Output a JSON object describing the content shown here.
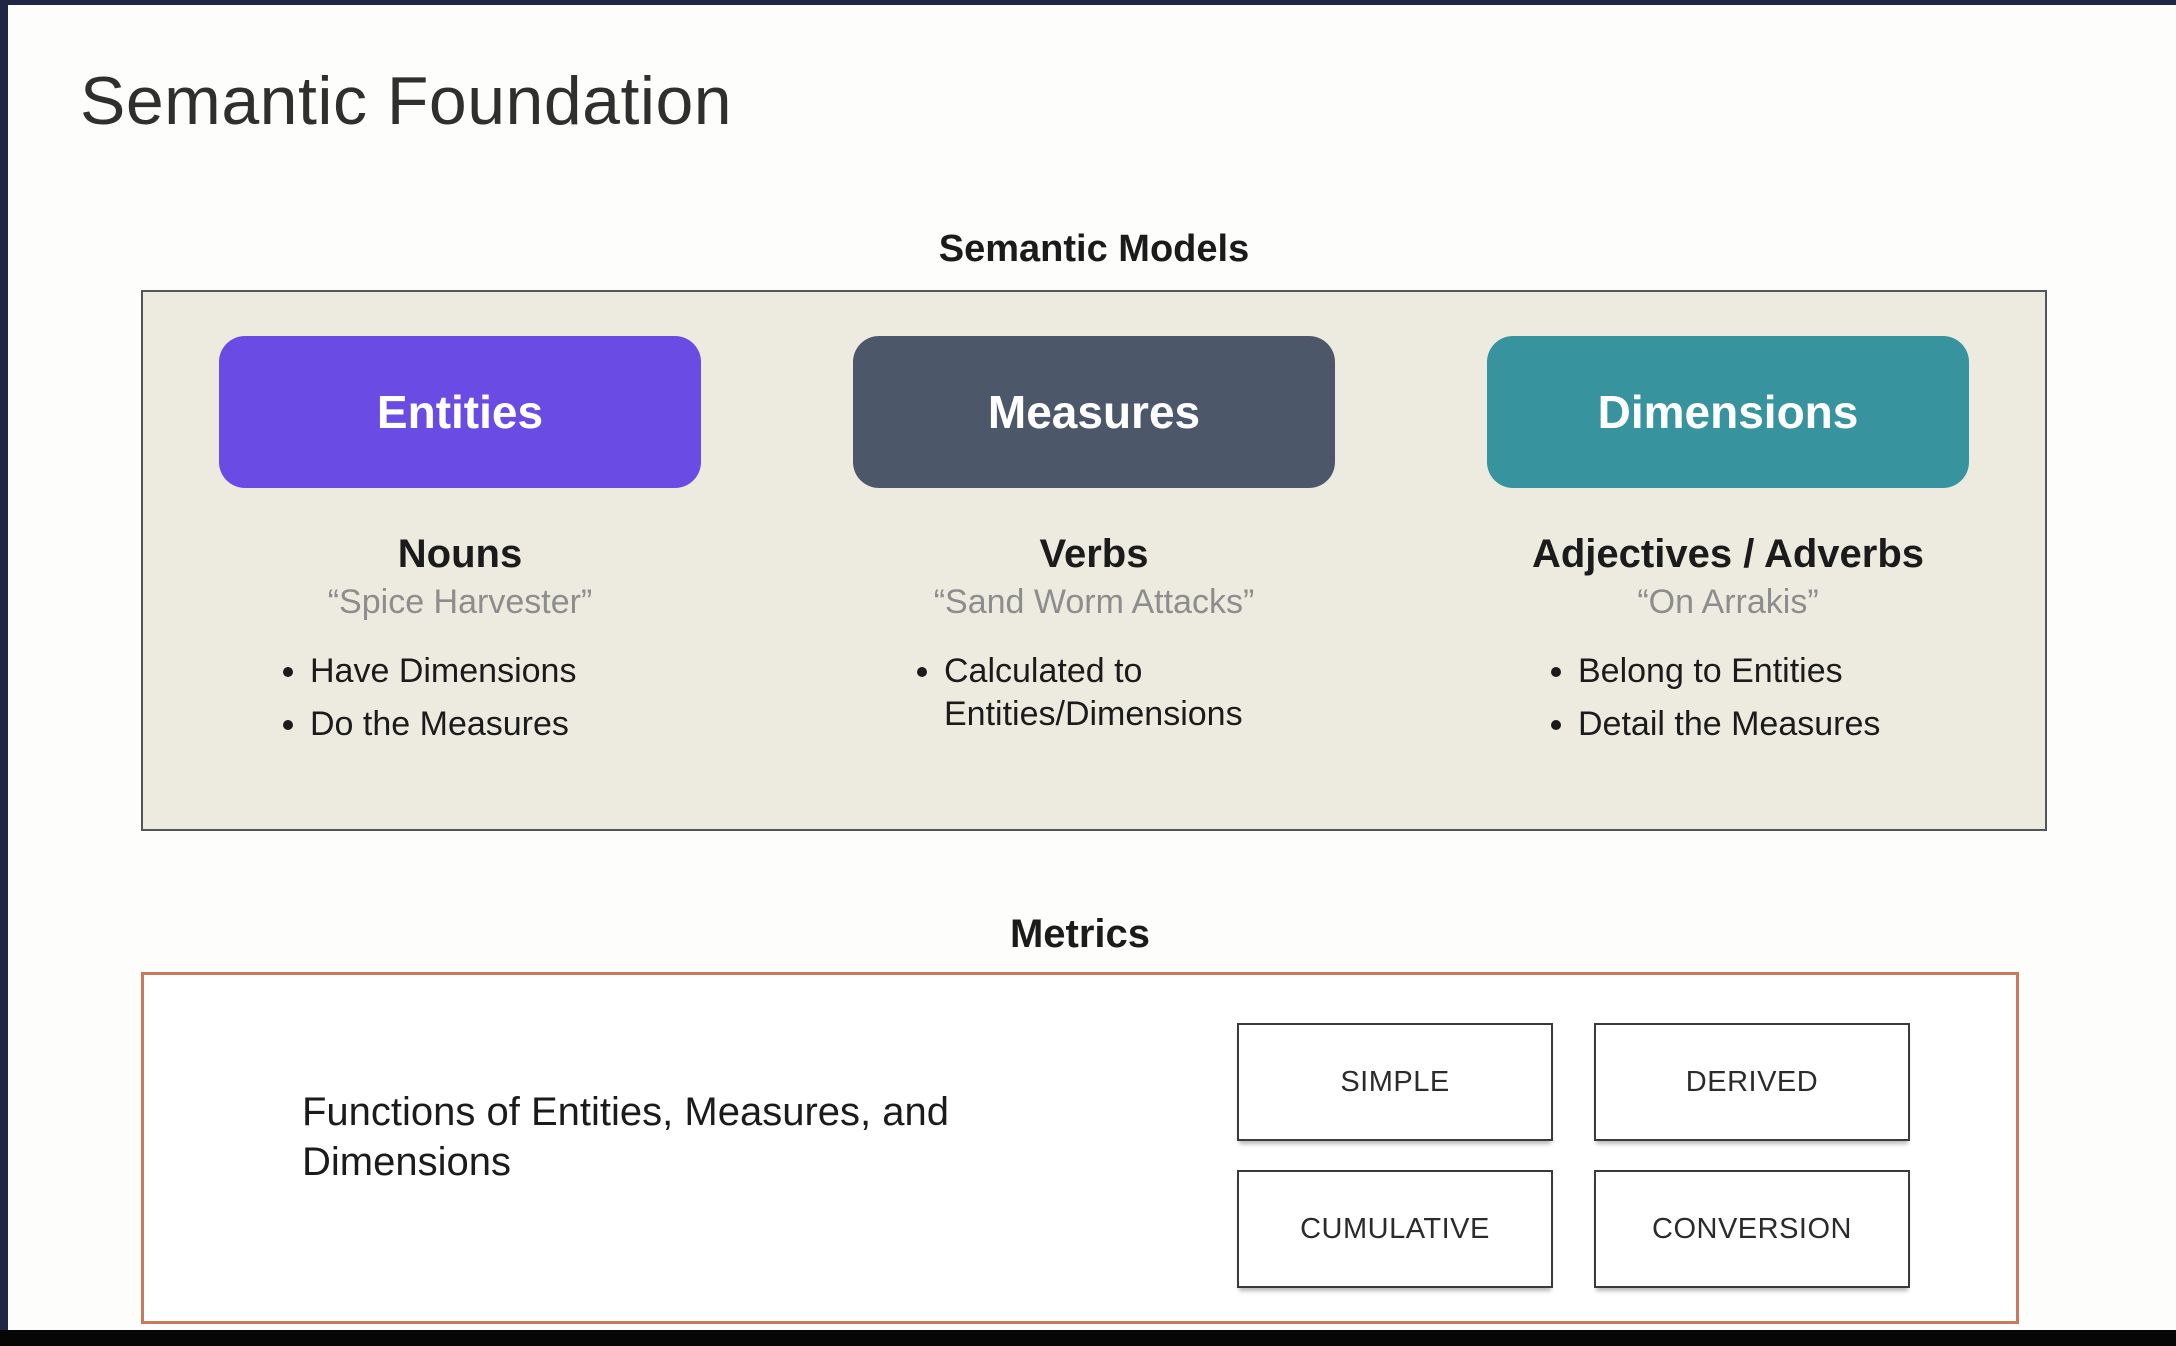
{
  "frame": {
    "title": "Semantic Foundation"
  },
  "semantic_models": {
    "heading": "Semantic Models",
    "panel_bg": "#edeadf",
    "columns": [
      {
        "pill": "Entities",
        "pill_color": "#6a4be4",
        "role": "Nouns",
        "example": "“Spice Harvester”",
        "bullets": [
          "Have Dimensions",
          "Do the Measures"
        ]
      },
      {
        "pill": "Measures",
        "pill_color": "#4c586a",
        "role": "Verbs",
        "example": "“Sand Worm Attacks”",
        "bullets": [
          "Calculated to Entities/Dimensions"
        ]
      },
      {
        "pill": "Dimensions",
        "pill_color": "#37949e",
        "role": "Adjectives / Adverbs",
        "example": "“On Arrakis”",
        "bullets": [
          "Belong to Entities",
          "Detail the Measures"
        ]
      }
    ]
  },
  "metrics": {
    "heading": "Metrics",
    "border_color": "#c97a5c",
    "description": "Functions of Entities, Measures, and Dimensions",
    "types": [
      "SIMPLE",
      "DERIVED",
      "CUMULATIVE",
      "CONVERSION"
    ]
  }
}
